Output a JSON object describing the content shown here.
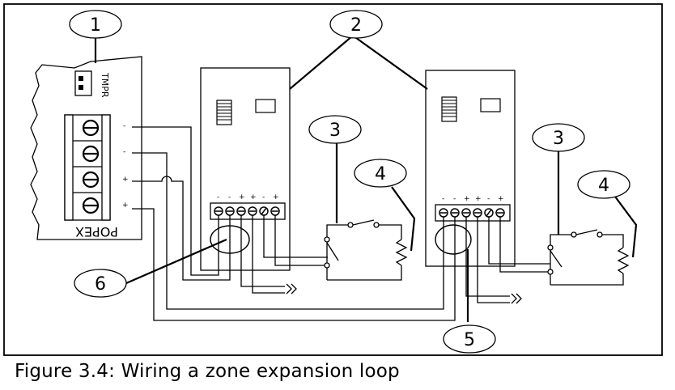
{
  "caption": "Figure 3.4: Wiring a zone expansion loop",
  "callouts": [
    "1",
    "2",
    "3",
    "4",
    "3",
    "4",
    "5",
    "6"
  ],
  "popex": {
    "label": "POPEX",
    "tamper_label": "TMPR",
    "terminal_signs": [
      "-",
      "-",
      "+",
      "+"
    ]
  },
  "module_terminal_signs": [
    "-",
    "-",
    "+",
    "+",
    "-",
    "+"
  ]
}
